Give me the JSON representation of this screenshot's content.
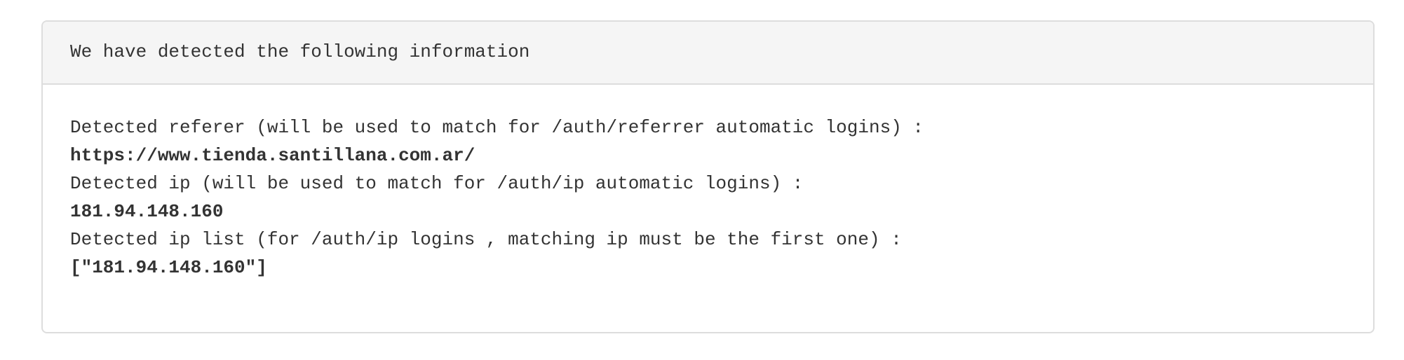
{
  "panel": {
    "title": "We have detected the following information",
    "items": [
      {
        "label": "Detected referer (will be used to match for /auth/referrer automatic logins) :",
        "value": "https://www.tienda.santillana.com.ar/"
      },
      {
        "label": "Detected ip (will be used to match for /auth/ip automatic logins) :",
        "value": "181.94.148.160"
      },
      {
        "label": "Detected ip list (for /auth/ip logins , matching ip must be the first one) :",
        "value": "[\"181.94.148.160\"]"
      }
    ]
  },
  "colors": {
    "text": "#333333",
    "heading_bg": "#f5f5f5",
    "border": "#dddddd",
    "background": "#ffffff"
  }
}
